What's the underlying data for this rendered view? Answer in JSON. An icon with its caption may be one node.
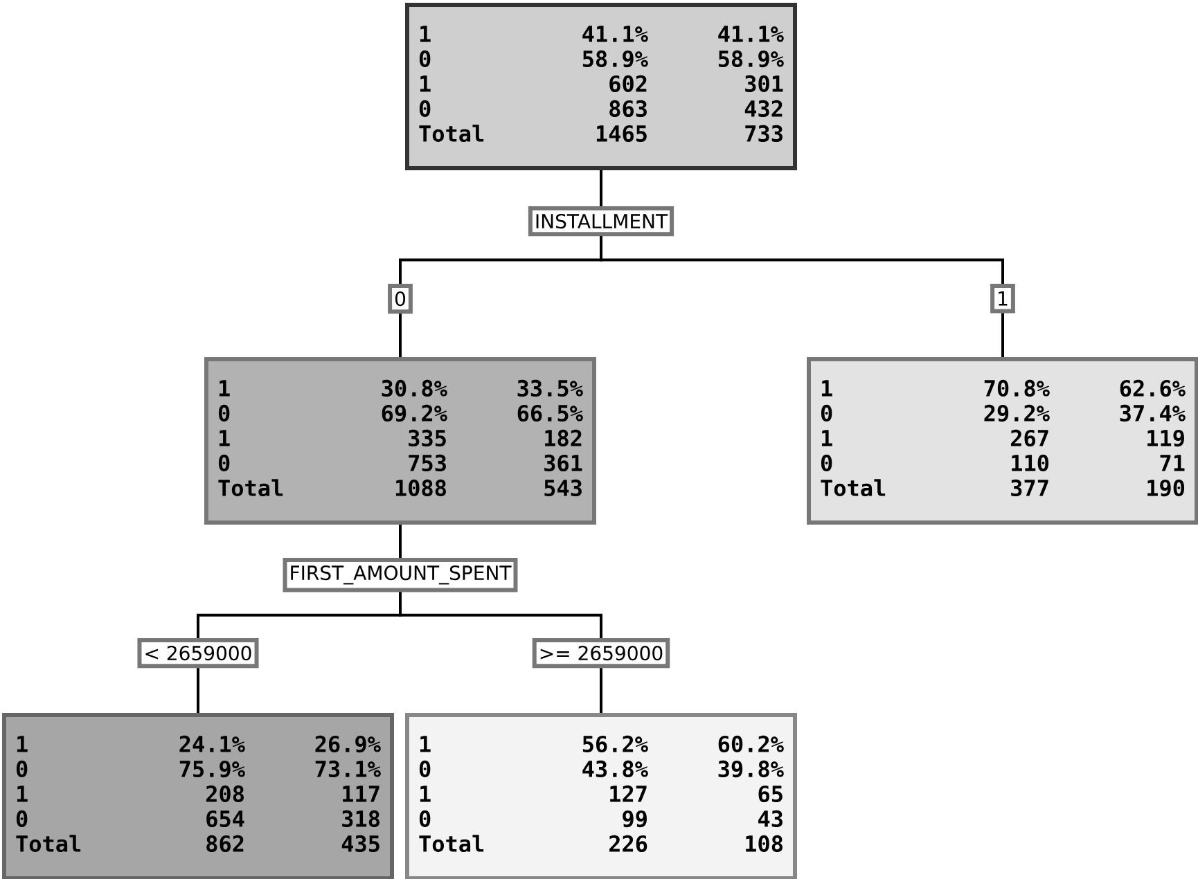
{
  "diagram": {
    "nodes": [
      {
        "text": [
          "1",
          "41.1%",
          "41.1%",
          "0",
          "58.9%",
          "58.9%",
          "1",
          "602",
          "301",
          "0",
          "863",
          "432",
          "Total",
          "1465",
          "733"
        ]
      },
      {
        "text": [
          "INSTALLMENT"
        ]
      },
      {
        "text": [
          "0"
        ]
      },
      {
        "text": [
          "1"
        ]
      },
      {
        "text": [
          "1",
          "30.8%",
          "33.5%",
          "0",
          "69.2%",
          "66.5%",
          "1",
          "335",
          "182",
          "0",
          "753",
          "361",
          "Total",
          "1088",
          "543"
        ]
      },
      {
        "text": [
          "1",
          "70.8%",
          "62.6%",
          "0",
          "29.2%",
          "37.4%",
          "1",
          "267",
          "119",
          "0",
          "110",
          "71",
          "Total",
          "377",
          "190"
        ]
      },
      {
        "text": [
          "FIRST_AMOUNT_SPENT"
        ]
      },
      {
        "text": [
          "< 2659000"
        ]
      },
      {
        "text": [
          ">= 2659000"
        ]
      },
      {
        "text": [
          "1",
          "24.1%",
          "26.9%",
          "0",
          "75.9%",
          "73.1%",
          "1",
          "208",
          "117",
          "0",
          "654",
          "318",
          "Total",
          "862",
          "435"
        ]
      },
      {
        "text": [
          "1",
          "56.2%",
          "60.2%",
          "0",
          "43.8%",
          "39.8%",
          "1",
          "127",
          "65",
          "0",
          "99",
          "43",
          "Total",
          "226",
          "108"
        ]
      }
    ],
    "edges": [
      {
        "from": 0,
        "to": 1,
        "arrow": "none"
      },
      {
        "from": 1,
        "to": 2,
        "arrow": "none"
      },
      {
        "from": 1,
        "to": 3,
        "arrow": "none"
      },
      {
        "from": 2,
        "to": 4,
        "arrow": "none"
      },
      {
        "from": 3,
        "to": 5,
        "arrow": "none"
      },
      {
        "from": 4,
        "to": 6,
        "arrow": "none"
      },
      {
        "from": 6,
        "to": 7,
        "arrow": "none"
      },
      {
        "from": 6,
        "to": 8,
        "arrow": "none"
      },
      {
        "from": 7,
        "to": 9,
        "arrow": "none"
      },
      {
        "from": 8,
        "to": 10,
        "arrow": "none"
      }
    ]
  }
}
